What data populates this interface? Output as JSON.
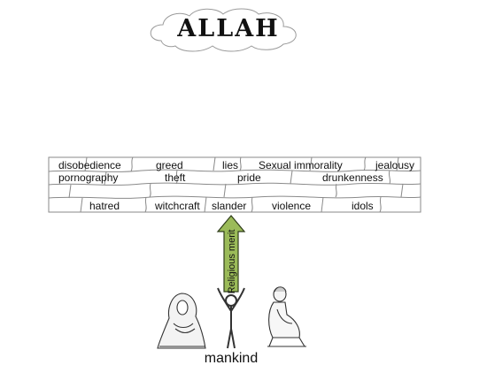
{
  "title": "ALLAH",
  "wall": {
    "row1": [
      "disobedience",
      "greed",
      "lies",
      "Sexual immorality",
      "jealousy"
    ],
    "row2": [
      "pornography",
      "theft",
      "pride",
      "drunkenness"
    ],
    "row3": [
      "hatred",
      "witchcraft",
      "slander",
      "violence",
      "idols"
    ]
  },
  "arrow_label": "Religious merit",
  "caption": "mankind",
  "colors": {
    "arrow_fill": "#9bbb59",
    "arrow_stroke": "#2f3d1a",
    "wall_stroke": "#8a8a8a"
  }
}
